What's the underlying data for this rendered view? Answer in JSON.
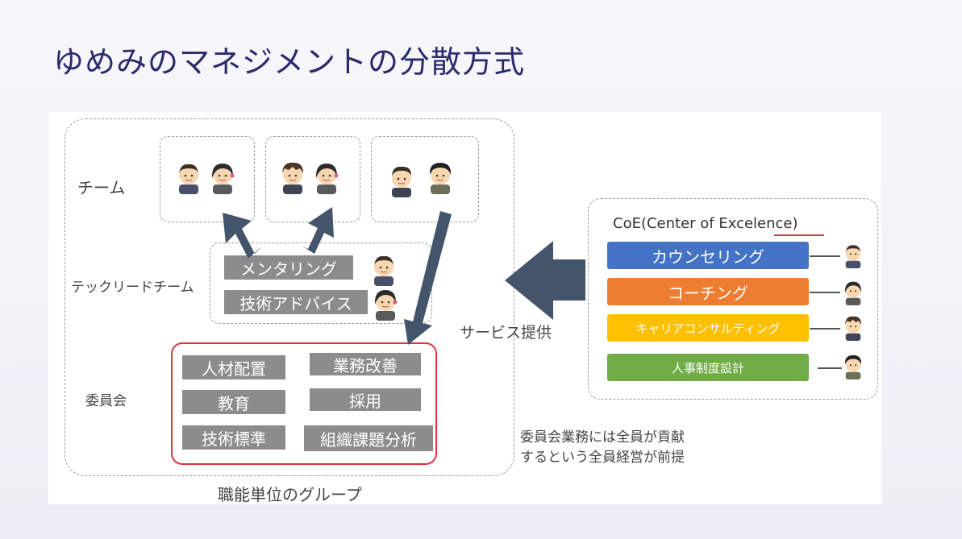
{
  "title": "ゆめみのマネジメントの分散方式",
  "diagram": {
    "team_label": "チーム",
    "techlead_label": "テックリードチーム",
    "committee_label": "委員会",
    "group_label": "職能単位のグループ",
    "techlead_items": [
      "メンタリング",
      "技術アドバイス"
    ],
    "committee_items": [
      "人材配置",
      "業務改善",
      "教育",
      "採用",
      "技術標準",
      "組織課題分析"
    ],
    "service_label": "サービス提供",
    "coe_title": "CoE(Center of Excelence)",
    "coe_items": [
      {
        "label": "カウンセリング",
        "color": "#4472c4"
      },
      {
        "label": "コーチング",
        "color": "#ed7d31"
      },
      {
        "label": "キャリアコンサルティング",
        "color": "#ffc000"
      },
      {
        "label": "人事制度設計",
        "color": "#70ad47"
      }
    ],
    "note_line1": "委員会業務には全員が貢献",
    "note_line2": "するという全員経営が前提",
    "colors": {
      "arrow": "#44546a",
      "committee_border": "#d9363e",
      "title": "#2a2a6c"
    }
  }
}
